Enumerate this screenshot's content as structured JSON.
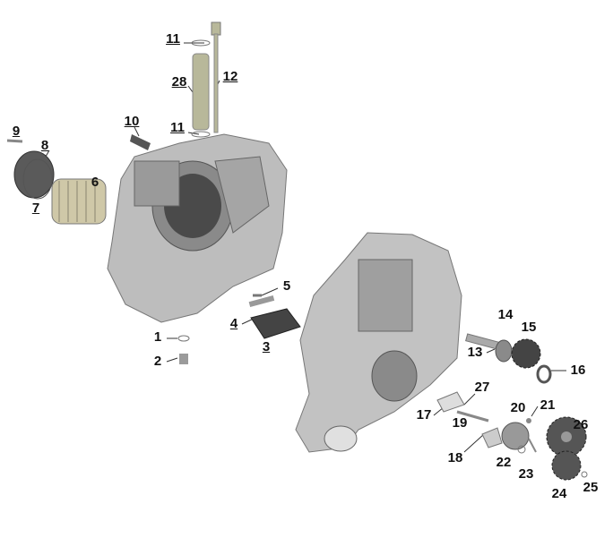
{
  "diagram": {
    "type": "exploded parts diagram - engine crankcase",
    "callouts": [
      "11",
      "12",
      "28",
      "11",
      "10",
      "9",
      "8",
      "6",
      "7",
      "5",
      "4",
      "1",
      "3",
      "2",
      "14",
      "15",
      "13",
      "16",
      "27",
      "17",
      "19",
      "20",
      "21",
      "26",
      "18",
      "22",
      "23",
      "24",
      "25"
    ]
  },
  "colors": {
    "part_gray": "#b9b9b9",
    "part_dark": "#6e6e6e",
    "dipstick": "#b8b89a",
    "label": "#111111"
  }
}
